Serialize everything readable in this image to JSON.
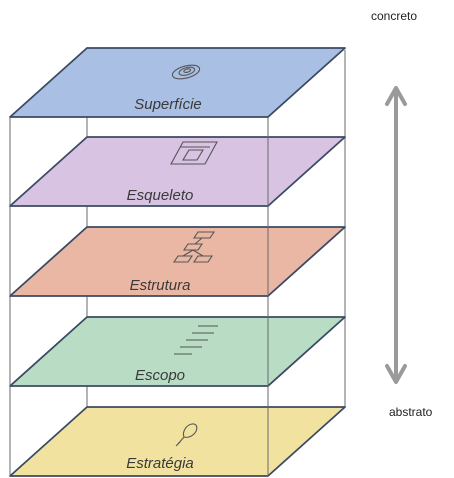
{
  "labels": {
    "top": "concreto",
    "bottom": "abstrato"
  },
  "planes": [
    {
      "label": "Superfície",
      "icon": "surface-swirl-icon",
      "color": "#a9bfe3"
    },
    {
      "label": "Esqueleto",
      "icon": "skeleton-wireframe-icon",
      "color": "#d8c3e3"
    },
    {
      "label": "Estrutura",
      "icon": "structure-sitemap-icon",
      "color": "#eab7a5"
    },
    {
      "label": "Escopo",
      "icon": "scope-list-icon",
      "color": "#b8dcc4"
    },
    {
      "label": "Estratégia",
      "icon": "strategy-pen-icon",
      "color": "#f1e39f"
    }
  ],
  "colors": {
    "outline": "#3b4a63",
    "frame": "#6a6a6a",
    "arrow": "#9a9a9a"
  }
}
